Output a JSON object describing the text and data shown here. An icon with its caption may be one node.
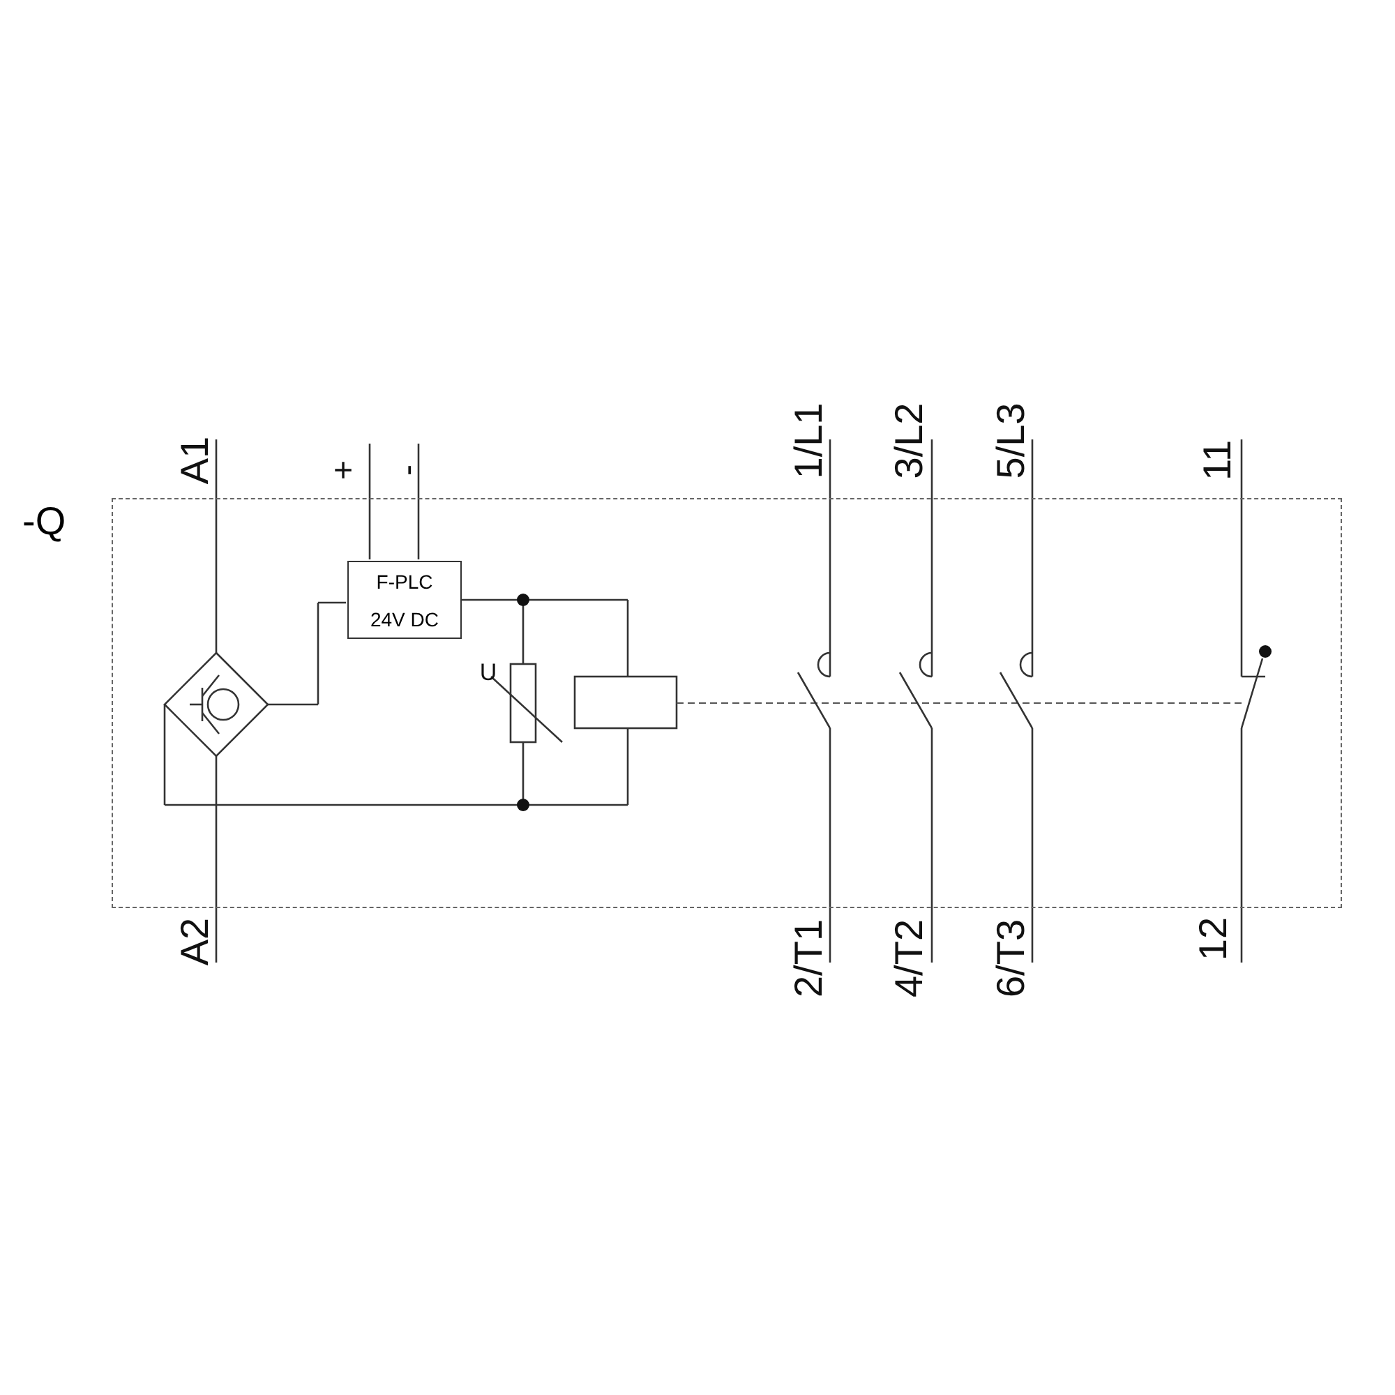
{
  "diagram": {
    "nodes": [
      {
        "text": [
          "-Q"
        ]
      },
      {
        "text": [
          "F-PLC",
          "24V DC"
        ],
        "in": 0
      }
    ],
    "labels": [
      "A1",
      "+",
      "-",
      "1/L1",
      "3/L2",
      "5/L3",
      "11",
      "U",
      "A2",
      "2/T1",
      "4/T2",
      "6/T3",
      "12"
    ]
  }
}
